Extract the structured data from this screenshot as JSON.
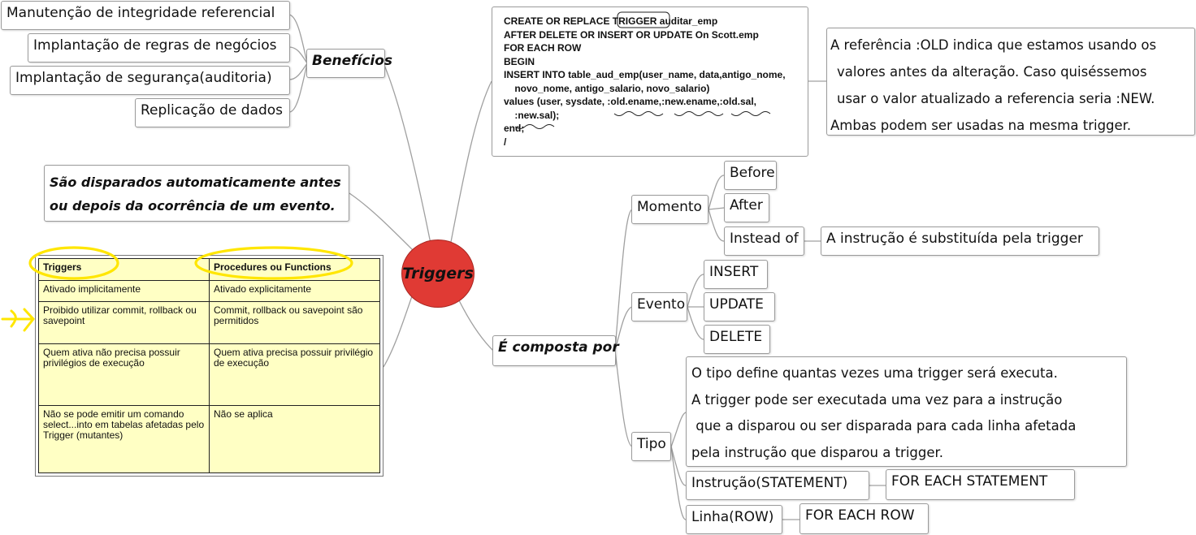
{
  "center": {
    "label": "Triggers"
  },
  "beneficios": {
    "label": "Benefícios",
    "items": [
      "Manutenção de integridade referencial",
      "Implantação de regras de negócios",
      "Implantação de segurança(auditoria)",
      "Replicação de dados"
    ]
  },
  "definition": {
    "lines": [
      "São disparados automaticamente antes",
      "ou depois da ocorrência de um evento."
    ]
  },
  "comparison": {
    "headers": [
      "Triggers",
      "Procedures ou Functions"
    ],
    "rows": [
      [
        "Ativado implicitamente",
        "Ativado explicitamente"
      ],
      [
        "Proibido utilizar commit, rollback ou savepoint",
        "Commit, rollback ou savepoint são permitidos"
      ],
      [
        "Quem ativa não precisa possuir privilégios de execução",
        "Quem ativa precisa possuir privilégio de execução"
      ],
      [
        "Não se pode emitir um comando select...into em tabelas afetadas pelo Trigger (mutantes)",
        "Não se aplica"
      ]
    ]
  },
  "code": {
    "lines": [
      "CREATE OR REPLACE TRIGGER auditar_emp",
      "AFTER DELETE OR INSERT OR UPDATE On Scott.emp",
      "FOR EACH ROW",
      "BEGIN",
      "INSERT INTO table_aud_emp(user_name, data,antigo_nome,",
      "    novo_nome, antigo_salario, novo_salario)",
      "values (user, sysdate, :old.ename,:new.ename,:old.sal,",
      "    :new.sal);",
      "end;",
      "/"
    ]
  },
  "note": {
    "lines": [
      "A referência :OLD indica que estamos usando os",
      "valores antes da alteração. Caso quiséssemos",
      "usar o valor atualizado a referencia seria :NEW.",
      "Ambas podem ser usadas na mesma trigger."
    ]
  },
  "composta": {
    "label": "É composta por",
    "momento": {
      "label": "Momento",
      "before": "Before",
      "after": "After",
      "instead_of": "Instead of",
      "instead_note": "A instrução é substituída pela trigger"
    },
    "evento": {
      "label": "Evento",
      "items": [
        "INSERT",
        "UPDATE",
        "DELETE"
      ]
    },
    "tipo": {
      "label": "Tipo",
      "description": [
        "O tipo define quantas vezes uma trigger será executa.",
        "A trigger pode ser executada uma vez para a instrução",
        " que a disparou ou ser disparada para cada linha afetada",
        "pela instrução que disparou a trigger."
      ],
      "statement": "Instrução(STATEMENT)",
      "statement_clause": "FOR EACH STATEMENT",
      "row": "Linha(ROW)",
      "row_clause": "FOR EACH ROW"
    }
  },
  "colors": {
    "center_fill": "#e03a34",
    "table_fill": "#ffffc4",
    "highlight": "#ffe600",
    "line": "#a0a0a0"
  }
}
